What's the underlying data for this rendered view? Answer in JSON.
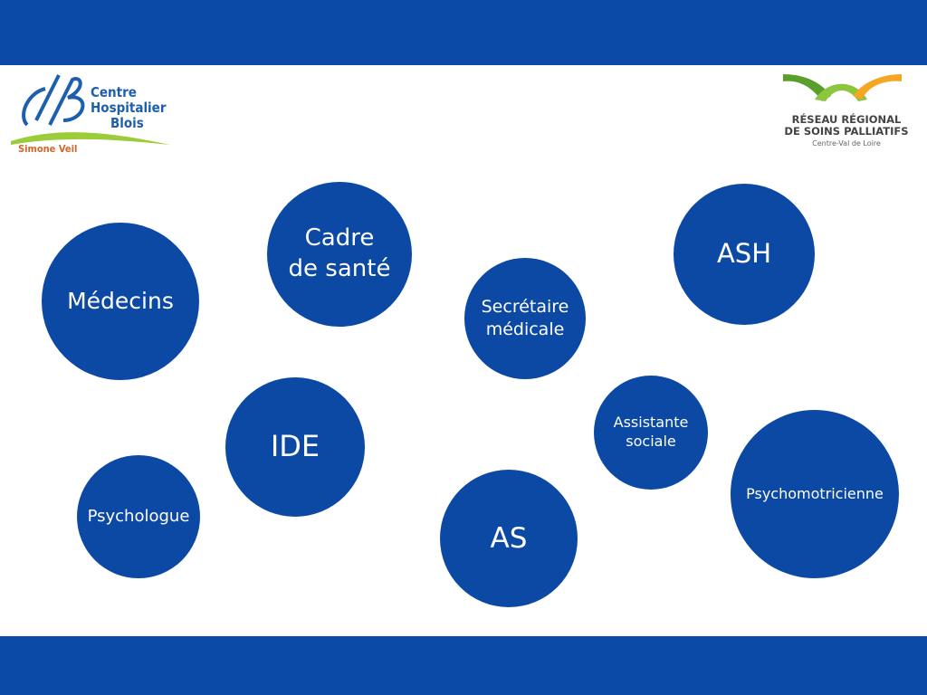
{
  "logos": {
    "left": {
      "line1": "Centre",
      "line2": "Hospitalier",
      "line3": "Blois",
      "sub": "Simone Veil",
      "mark": "CHB"
    },
    "right": {
      "line1": "RÉSEAU RÉGIONAL",
      "line2": "DE SOINS PALLIATIFS",
      "line3": "Centre-Val de Loire"
    }
  },
  "circles": [
    {
      "label": "Médecins"
    },
    {
      "label": "Cadre de santé"
    },
    {
      "label": "Secrétaire médicale"
    },
    {
      "label": "ASH"
    },
    {
      "label": "IDE"
    },
    {
      "label": "Assistante sociale"
    },
    {
      "label": "Psychomotricienne"
    },
    {
      "label": "Psychologue"
    },
    {
      "label": "AS"
    }
  ],
  "colors": {
    "primary": "#0b49a5",
    "green": "#8cc63f",
    "orange": "#f5a623"
  }
}
